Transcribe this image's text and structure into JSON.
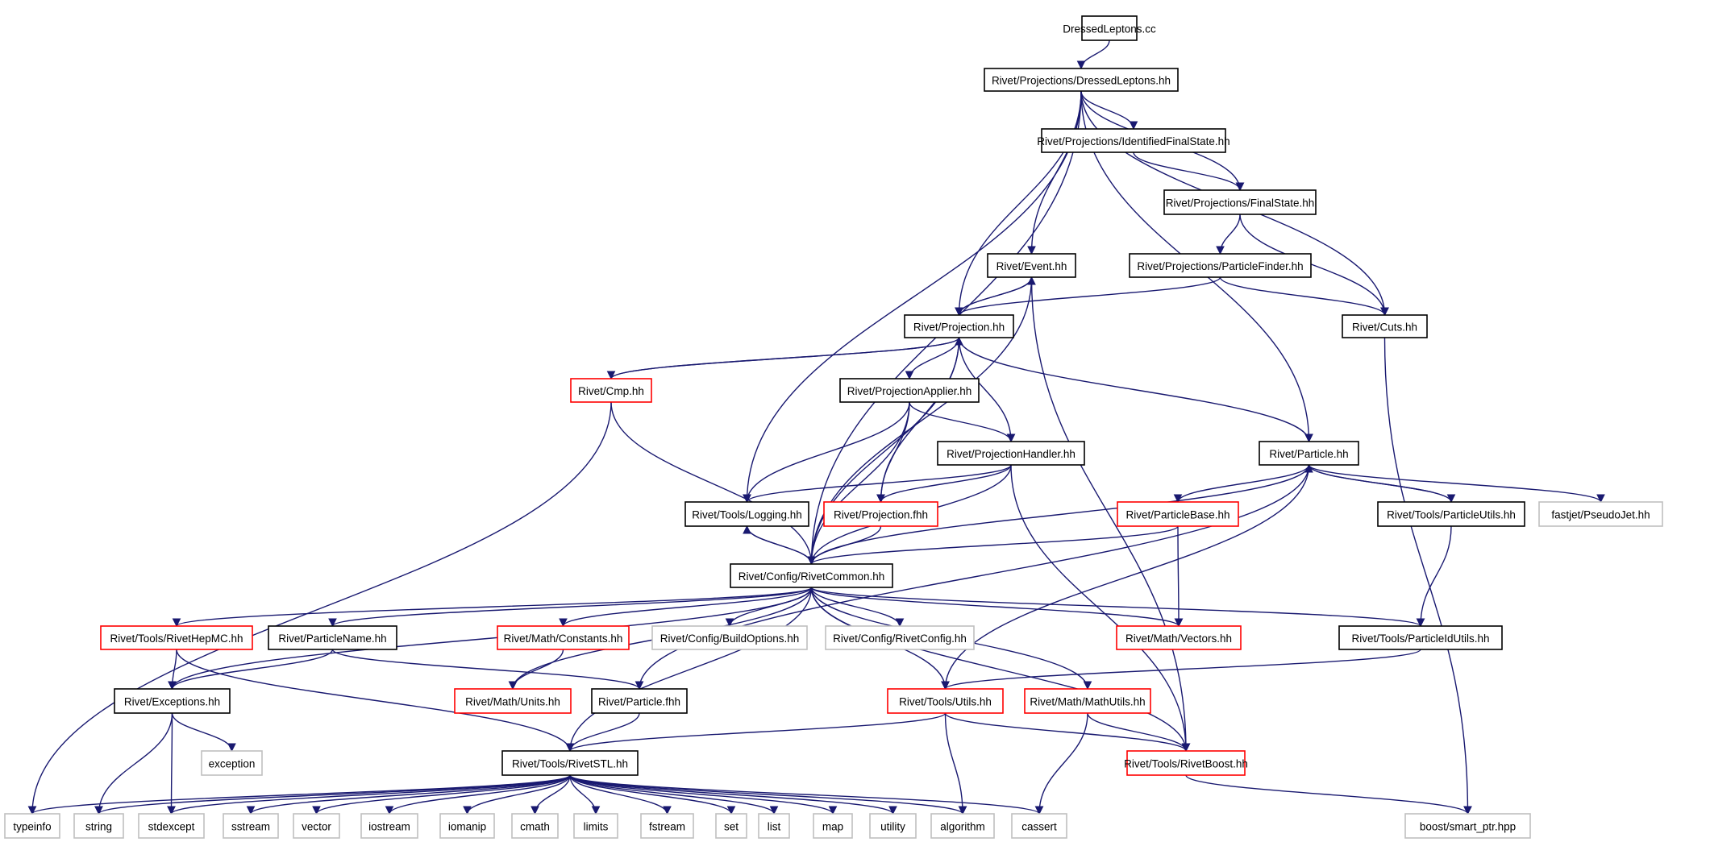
{
  "graph": {
    "nodes": [
      {
        "id": "dl_cc",
        "label": "DressedLeptons.cc",
        "kind": "root"
      },
      {
        "id": "dl_hh",
        "label": "Rivet/Projections/DressedLeptons.hh",
        "kind": "documented"
      },
      {
        "id": "ifs",
        "label": "Rivet/Projections/IdentifiedFinalState.hh",
        "kind": "documented"
      },
      {
        "id": "fs",
        "label": "Rivet/Projections/FinalState.hh",
        "kind": "documented"
      },
      {
        "id": "event",
        "label": "Rivet/Event.hh",
        "kind": "documented"
      },
      {
        "id": "pfinder",
        "label": "Rivet/Projections/ParticleFinder.hh",
        "kind": "documented"
      },
      {
        "id": "cuts",
        "label": "Rivet/Cuts.hh",
        "kind": "documented"
      },
      {
        "id": "proj",
        "label": "Rivet/Projection.hh",
        "kind": "documented"
      },
      {
        "id": "cmp",
        "label": "Rivet/Cmp.hh",
        "kind": "truncated"
      },
      {
        "id": "papplier",
        "label": "Rivet/ProjectionApplier.hh",
        "kind": "documented"
      },
      {
        "id": "phandler",
        "label": "Rivet/ProjectionHandler.hh",
        "kind": "documented"
      },
      {
        "id": "particle",
        "label": "Rivet/Particle.hh",
        "kind": "documented"
      },
      {
        "id": "logging",
        "label": "Rivet/Tools/Logging.hh",
        "kind": "documented"
      },
      {
        "id": "projfhh",
        "label": "Rivet/Projection.fhh",
        "kind": "truncated"
      },
      {
        "id": "pbase",
        "label": "Rivet/ParticleBase.hh",
        "kind": "truncated"
      },
      {
        "id": "putils",
        "label": "Rivet/Tools/ParticleUtils.hh",
        "kind": "documented"
      },
      {
        "id": "pseudojet",
        "label": "fastjet/PseudoJet.hh",
        "kind": "external"
      },
      {
        "id": "common",
        "label": "Rivet/Config/RivetCommon.hh",
        "kind": "documented"
      },
      {
        "id": "hepmc",
        "label": "Rivet/Tools/RivetHepMC.hh",
        "kind": "truncated"
      },
      {
        "id": "pname",
        "label": "Rivet/ParticleName.hh",
        "kind": "documented"
      },
      {
        "id": "constants",
        "label": "Rivet/Math/Constants.hh",
        "kind": "truncated"
      },
      {
        "id": "buildopts",
        "label": "Rivet/Config/BuildOptions.hh",
        "kind": "external"
      },
      {
        "id": "rconfig",
        "label": "Rivet/Config/RivetConfig.hh",
        "kind": "external"
      },
      {
        "id": "vectors",
        "label": "Rivet/Math/Vectors.hh",
        "kind": "truncated"
      },
      {
        "id": "pidutils",
        "label": "Rivet/Tools/ParticleIdUtils.hh",
        "kind": "documented"
      },
      {
        "id": "exceptions",
        "label": "Rivet/Exceptions.hh",
        "kind": "documented"
      },
      {
        "id": "units",
        "label": "Rivet/Math/Units.hh",
        "kind": "truncated"
      },
      {
        "id": "particlefhh",
        "label": "Rivet/Particle.fhh",
        "kind": "documented"
      },
      {
        "id": "utils",
        "label": "Rivet/Tools/Utils.hh",
        "kind": "truncated"
      },
      {
        "id": "mathutils",
        "label": "Rivet/Math/MathUtils.hh",
        "kind": "truncated"
      },
      {
        "id": "exception",
        "label": "exception",
        "kind": "external"
      },
      {
        "id": "rstl",
        "label": "Rivet/Tools/RivetSTL.hh",
        "kind": "documented"
      },
      {
        "id": "rboost",
        "label": "Rivet/Tools/RivetBoost.hh",
        "kind": "truncated"
      },
      {
        "id": "typeinfo",
        "label": "typeinfo",
        "kind": "external"
      },
      {
        "id": "string",
        "label": "string",
        "kind": "external"
      },
      {
        "id": "stdexcept",
        "label": "stdexcept",
        "kind": "external"
      },
      {
        "id": "sstream",
        "label": "sstream",
        "kind": "external"
      },
      {
        "id": "vector",
        "label": "vector",
        "kind": "external"
      },
      {
        "id": "iostream",
        "label": "iostream",
        "kind": "external"
      },
      {
        "id": "iomanip",
        "label": "iomanip",
        "kind": "external"
      },
      {
        "id": "cmath",
        "label": "cmath",
        "kind": "external"
      },
      {
        "id": "limits",
        "label": "limits",
        "kind": "external"
      },
      {
        "id": "fstream",
        "label": "fstream",
        "kind": "external"
      },
      {
        "id": "set",
        "label": "set",
        "kind": "external"
      },
      {
        "id": "list",
        "label": "list",
        "kind": "external"
      },
      {
        "id": "map",
        "label": "map",
        "kind": "external"
      },
      {
        "id": "utility",
        "label": "utility",
        "kind": "external"
      },
      {
        "id": "algorithm",
        "label": "algorithm",
        "kind": "external"
      },
      {
        "id": "cassert",
        "label": "cassert",
        "kind": "external"
      },
      {
        "id": "smartptr",
        "label": "boost/smart_ptr.hpp",
        "kind": "external"
      }
    ],
    "edges": [
      [
        "dl_cc",
        "dl_hh"
      ],
      [
        "dl_hh",
        "ifs"
      ],
      [
        "dl_hh",
        "fs"
      ],
      [
        "dl_hh",
        "event"
      ],
      [
        "dl_hh",
        "cuts"
      ],
      [
        "dl_hh",
        "proj"
      ],
      [
        "dl_hh",
        "particle"
      ],
      [
        "dl_hh",
        "logging"
      ],
      [
        "dl_hh",
        "common"
      ],
      [
        "ifs",
        "fs"
      ],
      [
        "fs",
        "pfinder"
      ],
      [
        "fs",
        "cuts"
      ],
      [
        "pfinder",
        "proj"
      ],
      [
        "pfinder",
        "cuts"
      ],
      [
        "event",
        "proj"
      ],
      [
        "event",
        "common"
      ],
      [
        "event",
        "rboost"
      ],
      [
        "proj",
        "event"
      ],
      [
        "proj",
        "cmp"
      ],
      [
        "proj",
        "papplier"
      ],
      [
        "proj",
        "phandler"
      ],
      [
        "proj",
        "particle"
      ],
      [
        "proj",
        "projfhh"
      ],
      [
        "proj",
        "common"
      ],
      [
        "cmp",
        "proj"
      ],
      [
        "cmp",
        "typeinfo"
      ],
      [
        "cmp",
        "common"
      ],
      [
        "papplier",
        "phandler"
      ],
      [
        "papplier",
        "logging"
      ],
      [
        "papplier",
        "projfhh"
      ],
      [
        "papplier",
        "common"
      ],
      [
        "phandler",
        "logging"
      ],
      [
        "phandler",
        "projfhh"
      ],
      [
        "phandler",
        "common"
      ],
      [
        "phandler",
        "rboost"
      ],
      [
        "particle",
        "pbase"
      ],
      [
        "particle",
        "putils"
      ],
      [
        "particle",
        "pseudojet"
      ],
      [
        "particle",
        "common"
      ],
      [
        "particle",
        "particlefhh"
      ],
      [
        "particle",
        "utils"
      ],
      [
        "putils",
        "particle"
      ],
      [
        "putils",
        "pidutils"
      ],
      [
        "pbase",
        "common"
      ],
      [
        "pbase",
        "vectors"
      ],
      [
        "logging",
        "common"
      ],
      [
        "projfhh",
        "common"
      ],
      [
        "cuts",
        "smartptr"
      ],
      [
        "common",
        "logging"
      ],
      [
        "common",
        "hepmc"
      ],
      [
        "common",
        "pname"
      ],
      [
        "common",
        "constants"
      ],
      [
        "common",
        "buildopts"
      ],
      [
        "common",
        "rconfig"
      ],
      [
        "common",
        "vectors"
      ],
      [
        "common",
        "pidutils"
      ],
      [
        "common",
        "exceptions"
      ],
      [
        "common",
        "units"
      ],
      [
        "common",
        "utils"
      ],
      [
        "common",
        "mathutils"
      ],
      [
        "common",
        "rboost"
      ],
      [
        "common",
        "rstl"
      ],
      [
        "hepmc",
        "exceptions"
      ],
      [
        "hepmc",
        "rstl"
      ],
      [
        "pname",
        "exceptions"
      ],
      [
        "pname",
        "particlefhh"
      ],
      [
        "constants",
        "units"
      ],
      [
        "pidutils",
        "utils"
      ],
      [
        "exceptions",
        "exception"
      ],
      [
        "exceptions",
        "string"
      ],
      [
        "exceptions",
        "stdexcept"
      ],
      [
        "particlefhh",
        "rstl"
      ],
      [
        "utils",
        "rstl"
      ],
      [
        "utils",
        "rboost"
      ],
      [
        "utils",
        "algorithm"
      ],
      [
        "mathutils",
        "rboost"
      ],
      [
        "mathutils",
        "cassert"
      ],
      [
        "rboost",
        "smartptr"
      ],
      [
        "rstl",
        "typeinfo"
      ],
      [
        "rstl",
        "string"
      ],
      [
        "rstl",
        "stdexcept"
      ],
      [
        "rstl",
        "sstream"
      ],
      [
        "rstl",
        "vector"
      ],
      [
        "rstl",
        "iostream"
      ],
      [
        "rstl",
        "iomanip"
      ],
      [
        "rstl",
        "cmath"
      ],
      [
        "rstl",
        "limits"
      ],
      [
        "rstl",
        "fstream"
      ],
      [
        "rstl",
        "set"
      ],
      [
        "rstl",
        "list"
      ],
      [
        "rstl",
        "map"
      ],
      [
        "rstl",
        "utility"
      ],
      [
        "rstl",
        "algorithm"
      ],
      [
        "rstl",
        "cassert"
      ]
    ]
  },
  "colors": {
    "edge": "#191970",
    "root_fill": "#bfbfbf",
    "documented_border": "#000000",
    "truncated_border": "#ff0000",
    "external_border": "#bfbfbf"
  }
}
